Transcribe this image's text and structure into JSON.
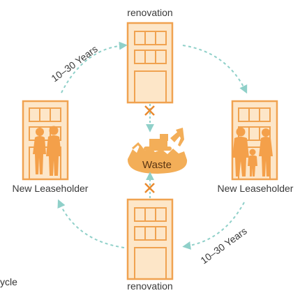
{
  "top_label": "renovation",
  "bottom_label": "renovation",
  "left_label": "New Leaseholder",
  "right_label": "New Leaseholder",
  "center_label": "Waste",
  "top_arc_label": "10–30 Years",
  "bottom_arc_label": "10–30 Years",
  "clipped_text": "ycle",
  "colors": {
    "building_fill": "#fde6c8",
    "building_stroke": "#f0a250",
    "people": "#f4a04a",
    "cycle_arrow": "#8fd0c9",
    "cross": "#e98a2f",
    "waste_fill": "#f3ae58",
    "waste_text": "#5a3412"
  }
}
